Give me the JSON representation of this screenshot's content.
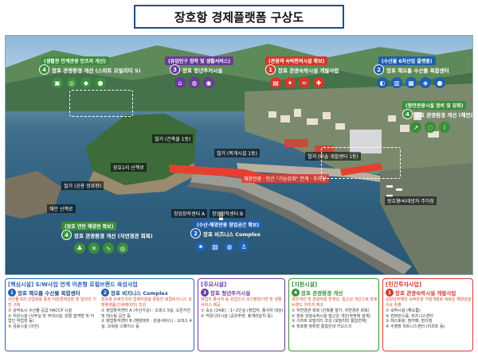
{
  "title": "장호항 경제플랫폼 구상도",
  "photo": {
    "projects": [
      {
        "num": "4",
        "category": "(생활권 연계관광 인프라 개선)",
        "label": "장호 관광환경 개선 (스마트 모빌리티 S)",
        "color": "#3a8f3a"
      },
      {
        "num": "3",
        "category": "(유입인구 정착 및 생활서비스)",
        "label": "장호 청년주거시설",
        "color": "#6a3a9a"
      },
      {
        "num": "1",
        "category": "(관광객 숙박편의시설 확보)",
        "label": "장호 관광숙박시설 개발사업",
        "color": "#d03a2a"
      },
      {
        "num": "2",
        "category": "(수산물 6차산업 플랫폼)",
        "label": "장호 해오름 수산물 복합센터",
        "color": "#1f5fb0"
      },
      {
        "num": "4",
        "category": "(항만관광시설 정비 및 강화)",
        "label": "장호 관광환경 개선 (해안로)",
        "color": "#3a8f3a"
      },
      {
        "num": "4",
        "category": "(장호 연안 해양관 확보)",
        "label": "장호 관광환경 개선 (자연경관 회복)",
        "color": "#3a8f3a"
      },
      {
        "num": "2",
        "category": "(수산·해양관광 창업공간 확보)",
        "label": "장호 비즈니스 Complex",
        "color": "#1f5fb0"
      }
    ],
    "labels": {
      "ferry": "철거 (공용 정류장)",
      "bridge_top": "철거 (복개시설 1동)",
      "harbor_route": "해양관광 · 인근 \"기능강화\" 연계 · 주차장",
      "shop": "철거 (미술 개발센터 1동)",
      "pier1": "창업창작센터 A",
      "pier2": "창업창작센터 B",
      "parking": "장호항 시네방차 주차장",
      "market": "철거 (건축물 1동)",
      "promenade": "해안 산책로",
      "hill": "장호1리 산책로"
    }
  },
  "panels": {
    "core": {
      "head": "[핵심시설] S/W사업 연계 어촌형 로컬브랜드 육성사업",
      "col1": {
        "num": "1",
        "title": "장호 해오름 수산물 복합센터",
        "desc": "수산물 6차 산업화를 통한 어촌경제성장 및 일자리 기반 구축",
        "items": [
          "① 상적녹시 수산물 공급 HACCP 시설",
          "② 지원시설 (사무실 및 부대시설, 원활 접객방 및 어업인 작업장 등)",
          "③ 금융시설 (이전)"
        ]
      },
      "col2": {
        "num": "2",
        "title": "장호 비지니스 Complex",
        "desc": "장호항 유휴인구와 업체지원을 활용한 로컬비즈니스 성장플랫폼(인큐베이터) 조성",
        "items": [
          "① 창업창작센터 A (수산가공) : 오피스 5실, 오픈키친 및 테스팅 공간 등",
          "② 창업창작센터 B (해양레저 · 관광서비스) : 오피스 4실, 코워킹 스페이스 등"
        ]
      }
    },
    "main": {
      "head": "[주요시설]",
      "num": "3",
      "title": "장호 청년주거시설",
      "desc": "창업자 종사자 등 유입인구 조기정착기반 및 생활서비스 제공",
      "items": [
        "① 숙소 (24호) : 1~2인실 (창업자, 종사자 대상)",
        "② 커뮤니티시설 (공유주방, 휴게라운지 등)"
      ]
    },
    "support": {
      "head": "[지원시설]",
      "num": "4",
      "title": "장호 관광환경 개선",
      "desc": "경관개선 및 관광자원 연계성, 접근성 개선으로 장호 브랜드 이미지 제고",
      "items": [
        "① 자연경관 회복 (건축물 철거, 자연경관 회복)",
        "② 장호 관광숙박시설 접근성 개선(무장애 설계)",
        "③ 스마트 모빌리티 조성 (모빌리티 통합연계)",
        "④ 장호항 정류장 통합안내 키오스크"
      ]
    },
    "private": {
      "head": "[민간투자사업]",
      "num": "1",
      "title": "장호 관광숙박시설 개발사업",
      "desc": "강원남부해안 숙박관광 거점개발로 새로운 해양관광 수요 창출",
      "items": [
        "① 숙박시설 (해오름)",
        "② 컨퍼런스홀, 비즈니스센터",
        "③ 레스토랑, 찜카페, 편의점",
        "④ 수영장 피트니스센터 (리조트 등)"
      ]
    }
  }
}
